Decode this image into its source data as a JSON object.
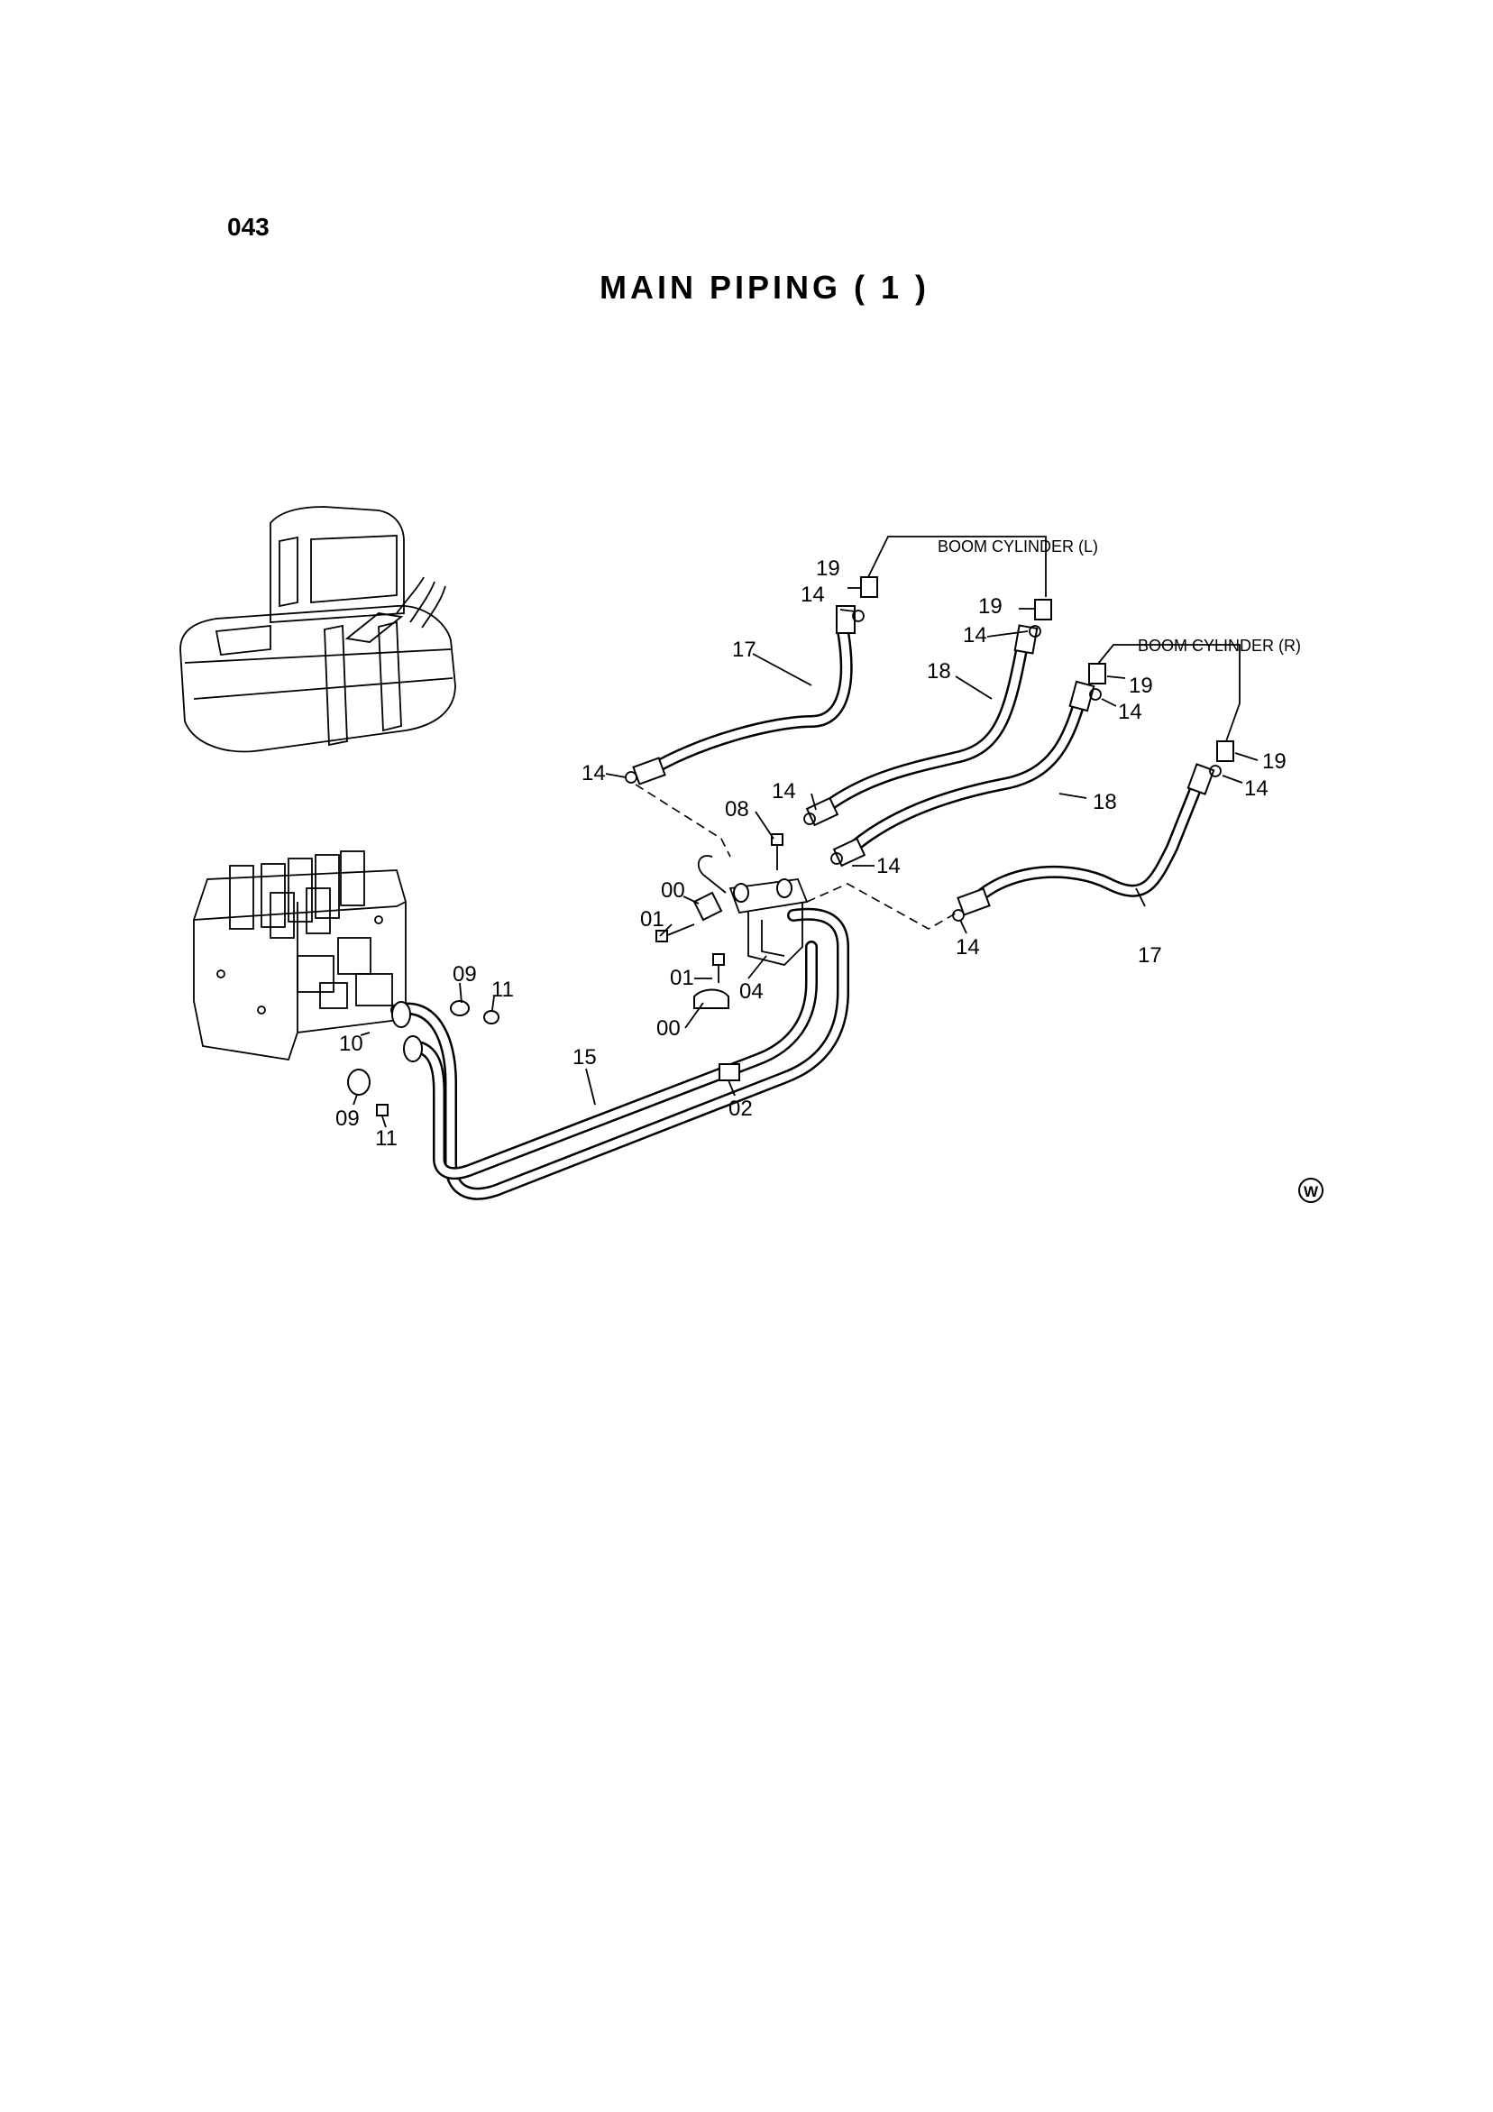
{
  "page_code": "043",
  "title": "MAIN PIPING ( 1 )",
  "callouts": {
    "boom_cylinder_l": "BOOM CYLINDER (L)",
    "boom_cylinder_r": "BOOM CYLINDER (R)"
  },
  "part_labels": {
    "p19_a": "19",
    "p14_a": "14",
    "p19_b": "19",
    "p14_b": "14",
    "p17_a": "17",
    "p18_a": "18",
    "p19_c": "19",
    "p14_c": "14",
    "p19_d": "19",
    "p14_d": "14",
    "p18_b": "18",
    "p17_b": "17",
    "p14_e": "14",
    "p14_f": "14",
    "p14_g": "14",
    "p14_h": "14",
    "p08": "08",
    "p00_a": "00",
    "p01_a": "01",
    "p01_b": "01",
    "p04": "04",
    "p00_b": "00",
    "p02": "02",
    "p15": "15",
    "p09_a": "09",
    "p11_a": "11",
    "p10": "10",
    "p09_b": "09",
    "p11_b": "11"
  },
  "mark": "W"
}
